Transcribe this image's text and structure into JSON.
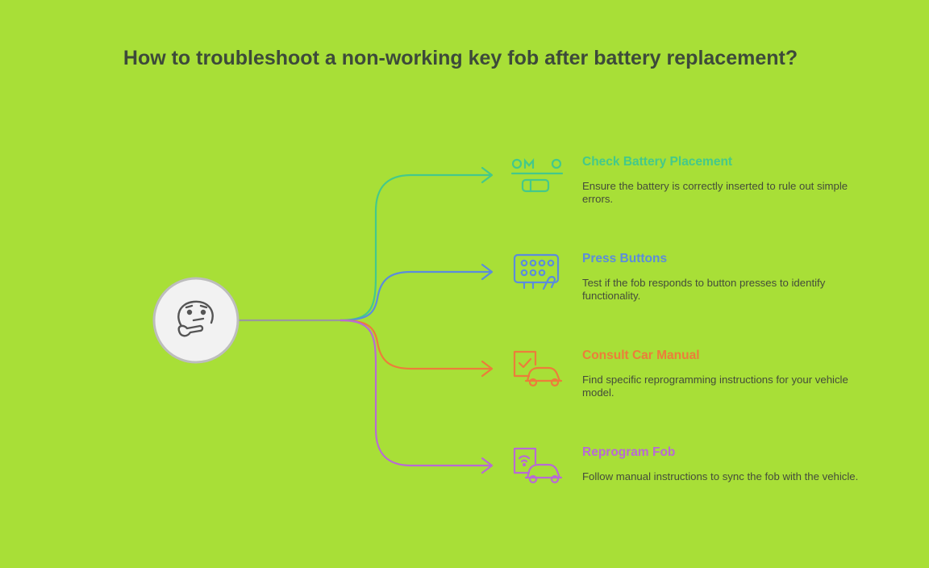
{
  "title": "How to troubleshoot a non-working key fob after battery replacement?",
  "center": {
    "icon": "thinking-face-icon"
  },
  "branches": [
    {
      "title": "Check Battery Placement",
      "description": "Ensure the battery is correctly inserted to rule out simple errors.",
      "color": "#44c98a",
      "icon": "battery-placement-icon"
    },
    {
      "title": "Press Buttons",
      "description": "Test if the fob responds to button presses to identify functionality.",
      "color": "#5b8cdc",
      "icon": "keypad-press-icon"
    },
    {
      "title": "Consult Car Manual",
      "description": "Find specific reprogramming instructions for your vehicle model.",
      "color": "#ec7d3a",
      "icon": "manual-car-icon"
    },
    {
      "title": "Reprogram Fob",
      "description": "Follow manual instructions to sync the fob with the vehicle.",
      "color": "#b86ad4",
      "icon": "wireless-car-icon"
    }
  ]
}
